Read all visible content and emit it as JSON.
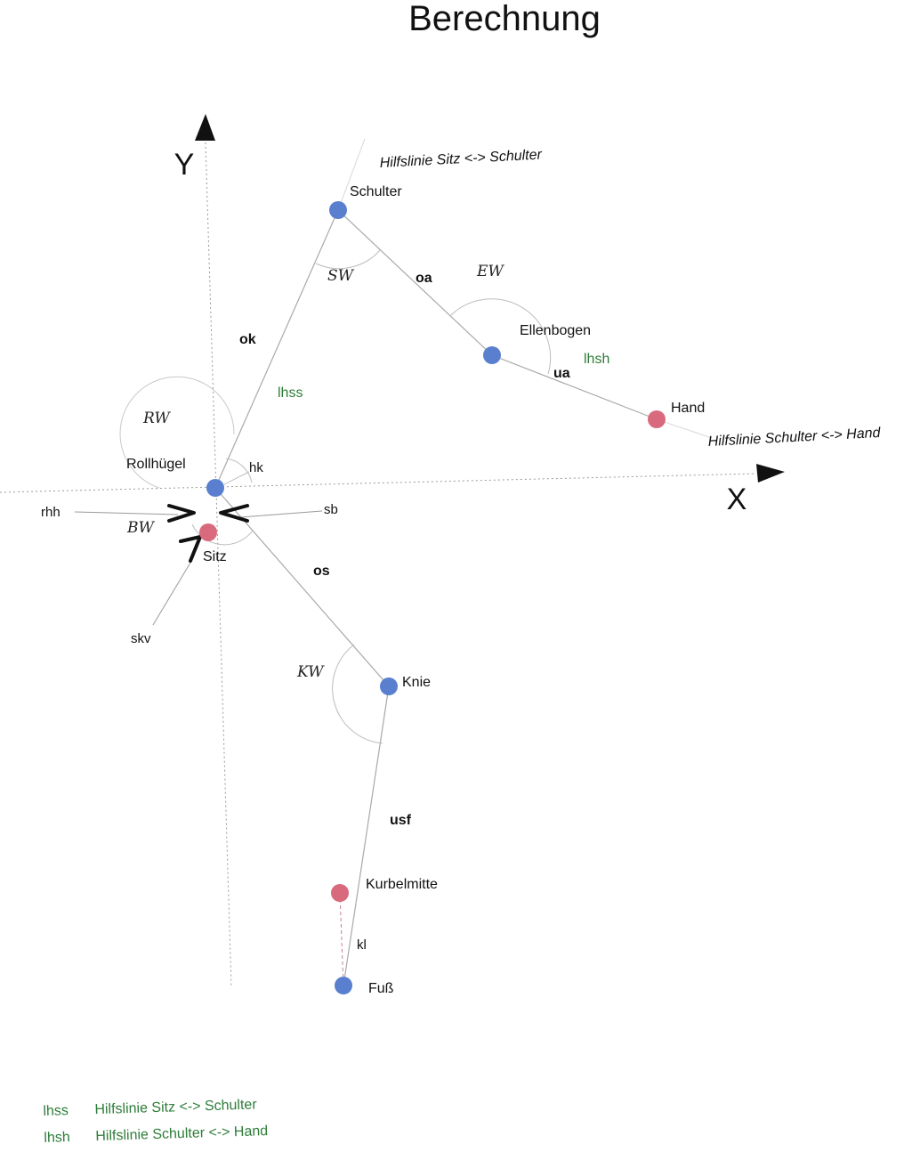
{
  "title": "Berechnung",
  "axes": {
    "x": "X",
    "y": "Y"
  },
  "helper_lines": {
    "sitz_schulter": "Hilfslinie Sitz <-> Schulter",
    "schulter_hand": "Hilfslinie Schulter <-> Hand"
  },
  "points": {
    "schulter": "Schulter",
    "ellenbogen": "Ellenbogen",
    "hand": "Hand",
    "rollhuegel": "Rollhügel",
    "sitz": "Sitz",
    "knie": "Knie",
    "kurbelmitte": "Kurbelmitte",
    "fuss": "Fuß"
  },
  "segments": {
    "ok": "ok",
    "oa": "oa",
    "ua": "ua",
    "os": "os",
    "usf": "usf",
    "kl": "kl",
    "hk": "hk",
    "sb": "sb",
    "rhh": "rhh",
    "skv": "skv",
    "lhss": "lhss",
    "lhsh": "lhsh"
  },
  "angles": {
    "sw": "SW",
    "ew": "EW",
    "rw": "RW",
    "bw": "BW",
    "kw": "KW"
  },
  "legend": [
    {
      "abbr": "lhss",
      "text": "Hilfslinie Sitz <-> Schulter"
    },
    {
      "abbr": "lhsh",
      "text": "Hilfslinie Schulter <-> Hand"
    }
  ],
  "colors": {
    "joint_blue": "#5b7fcf",
    "joint_red": "#d96a7e",
    "helper_green": "#2f7d3a"
  }
}
